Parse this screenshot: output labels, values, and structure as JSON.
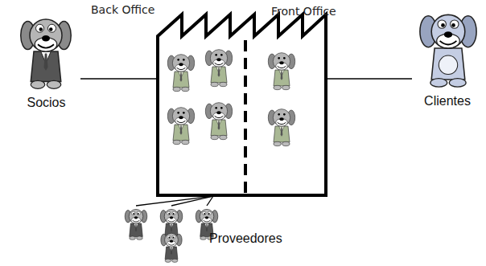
{
  "diagram": {
    "nodes": [
      {
        "text": [
          "Back Office"
        ]
      },
      {
        "text": [
          "Front Office"
        ]
      },
      {
        "text": [
          "Socios"
        ]
      },
      {
        "text": [
          "Clientes"
        ]
      },
      {
        "text": [
          "Proveedores"
        ]
      }
    ],
    "edges": [
      {
        "from": 2,
        "to": 0,
        "arrow": "none"
      },
      {
        "from": 1,
        "to": 3,
        "arrow": "none"
      },
      {
        "from": 4,
        "to": 0,
        "arrow": "none"
      }
    ]
  }
}
